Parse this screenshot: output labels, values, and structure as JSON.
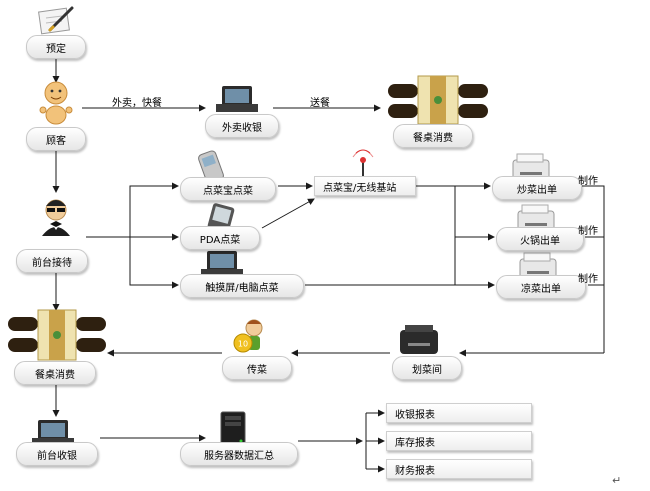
{
  "nodes": {
    "yuding": "预定",
    "guke": "顾客",
    "waimai_shouyin": "外卖收银",
    "canzhuo_1": "餐桌消费",
    "diancaibao": "点菜宝点菜",
    "pda": "PDA点菜",
    "chumoping": "触摸屏/电脑点菜",
    "jizhan": "点菜宝/无线基站",
    "chaocai": "炒菜出单",
    "huoguo": "火锅出单",
    "liangcai": "凉菜出单",
    "qiantai_jiedai": "前台接待",
    "canzhuo_2": "餐桌消费",
    "chuancai": "传菜",
    "huajian": "划菜间",
    "qiantai_shouyin": "前台收银",
    "fuwuqi": "服务器数据汇总",
    "shouyin_baobiao": "收银报表",
    "kucun_baobiao": "库存报表",
    "caiwu_baobiao": "财务报表"
  },
  "edge_labels": {
    "waimai": "外卖，快餐",
    "songcan": "送餐",
    "zhizuo_1": "制作",
    "zhizuo_2": "制作",
    "zhizuo_3": "制作"
  },
  "decor": {
    "badge_number": "10",
    "return_mark": "↵"
  },
  "colors": {
    "arrow": "#1a1a1a",
    "node_border": "#c9c9c9"
  },
  "icons": [
    "pen-paper-icon",
    "customer-icon",
    "pos-terminal-icon",
    "dining-table-icon",
    "mobile-phone-icon",
    "pda-device-icon",
    "antenna-icon",
    "receipt-printer-icon",
    "receptionist-icon",
    "waiter-icon",
    "server-tower-icon"
  ]
}
